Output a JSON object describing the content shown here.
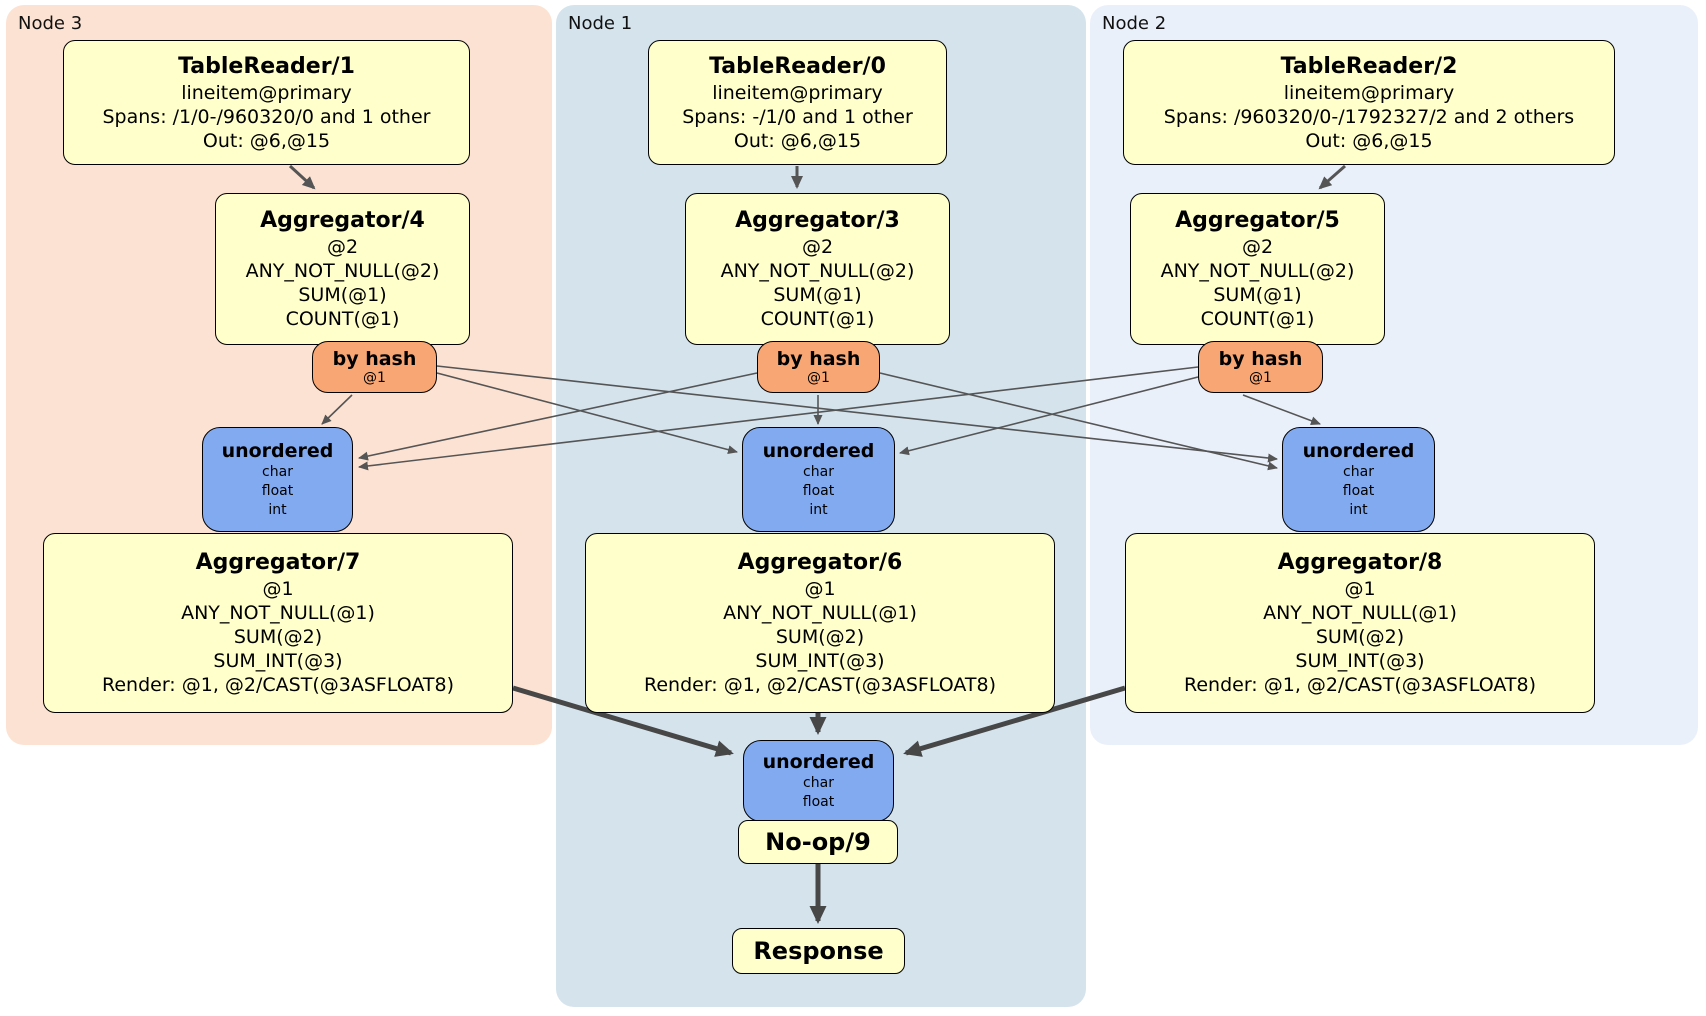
{
  "diagram": {
    "columns": [
      {
        "node_label": "Node 3",
        "table_reader": {
          "title": "TableReader/1",
          "lines": [
            "lineitem@primary",
            "Spans: /1/0-/960320/0 and 1 other",
            "Out: @6,@15"
          ]
        },
        "aggregator_top": {
          "title": "Aggregator/4",
          "lines": [
            "@2",
            "ANY_NOT_NULL(@2)",
            "SUM(@1)",
            "COUNT(@1)"
          ]
        },
        "router": {
          "title": "by hash",
          "detail": "@1"
        },
        "sync": {
          "title": "unordered",
          "types": [
            "char",
            "float",
            "int"
          ]
        },
        "aggregator_bottom": {
          "title": "Aggregator/7",
          "lines": [
            "@1",
            "ANY_NOT_NULL(@1)",
            "SUM(@2)",
            "SUM_INT(@3)",
            "Render: @1, @2/CAST(@3ASFLOAT8)"
          ]
        }
      },
      {
        "node_label": "Node 1",
        "table_reader": {
          "title": "TableReader/0",
          "lines": [
            "lineitem@primary",
            "Spans: -/1/0 and 1 other",
            "Out: @6,@15"
          ]
        },
        "aggregator_top": {
          "title": "Aggregator/3",
          "lines": [
            "@2",
            "ANY_NOT_NULL(@2)",
            "SUM(@1)",
            "COUNT(@1)"
          ]
        },
        "router": {
          "title": "by hash",
          "detail": "@1"
        },
        "sync": {
          "title": "unordered",
          "types": [
            "char",
            "float",
            "int"
          ]
        },
        "aggregator_bottom": {
          "title": "Aggregator/6",
          "lines": [
            "@1",
            "ANY_NOT_NULL(@1)",
            "SUM(@2)",
            "SUM_INT(@3)",
            "Render: @1, @2/CAST(@3ASFLOAT8)"
          ]
        }
      },
      {
        "node_label": "Node 2",
        "table_reader": {
          "title": "TableReader/2",
          "lines": [
            "lineitem@primary",
            "Spans: /960320/0-/1792327/2 and 2 others",
            "Out: @6,@15"
          ]
        },
        "aggregator_top": {
          "title": "Aggregator/5",
          "lines": [
            "@2",
            "ANY_NOT_NULL(@2)",
            "SUM(@1)",
            "COUNT(@1)"
          ]
        },
        "router": {
          "title": "by hash",
          "detail": "@1"
        },
        "sync": {
          "title": "unordered",
          "types": [
            "char",
            "float",
            "int"
          ]
        },
        "aggregator_bottom": {
          "title": "Aggregator/8",
          "lines": [
            "@1",
            "ANY_NOT_NULL(@1)",
            "SUM(@2)",
            "SUM_INT(@3)",
            "Render: @1, @2/CAST(@3ASFLOAT8)"
          ]
        }
      }
    ],
    "final_stage": {
      "sync": {
        "title": "unordered",
        "types": [
          "char",
          "float"
        ]
      },
      "noop_title": "No-op/9",
      "response_title": "Response"
    },
    "colors": {
      "node3_bg": "#fce2d2",
      "node1_bg": "#d5e3ed",
      "node2_bg": "#eaf0fa",
      "processor_bg": "#ffffcc",
      "router_bg": "#f8a673",
      "sync_bg": "#82aaf0",
      "edge_thin": "#555555",
      "edge_thick": "#474747"
    }
  }
}
